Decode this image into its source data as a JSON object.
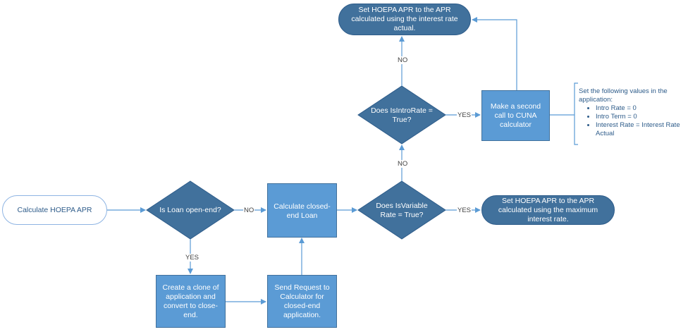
{
  "nodes": {
    "start": "Calculate HOEPA APR",
    "is_open_end": "Is Loan open-end?",
    "create_clone": "Create a clone of application and convert to close-end.",
    "send_request": "Send Request to Calculator for closed-end application.",
    "calc_closed_end": "Calculate closed-end Loan",
    "is_variable": "Does IsVariable Rate = True?",
    "set_max": "Set HOEPA APR  to the APR calculated using the maximum interest rate.",
    "is_intro": "Does IsIntroRate = True?",
    "second_call": "Make a second call to CUNA calculator",
    "set_actual": "Set HOEPA APR to the APR calculated using the interest rate actual."
  },
  "edges": {
    "open_end_no": "NO",
    "open_end_yes": "YES",
    "variable_yes": "YES",
    "variable_no": "NO",
    "intro_yes": "YES",
    "intro_no": "NO"
  },
  "note": {
    "intro": "Set the following values in the application:",
    "items": [
      "Intro Rate = 0",
      "Intro Term = 0",
      "Interest Rate = Interest Rate Actual"
    ]
  },
  "colors": {
    "process_fill": "#5b9bd5",
    "terminal_fill": "#41719c",
    "connector": "#5b9bd5"
  }
}
